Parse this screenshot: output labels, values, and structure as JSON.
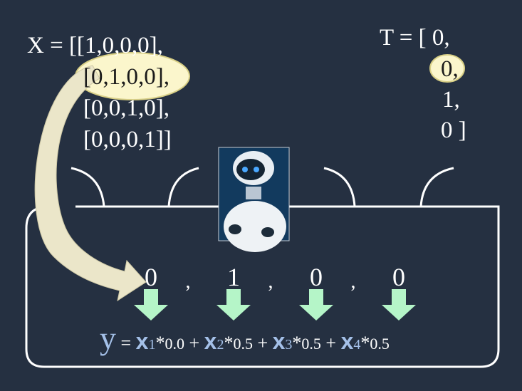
{
  "x_matrix": {
    "row1": "X = [[1,0,0,0],",
    "row2": "[0,1,0,0],",
    "row3": "[0,0,1,0],",
    "row4": "[0,0,0,1]]"
  },
  "t_vector": {
    "row1": "T = [ 0,",
    "row2": "0,",
    "row3": "1,",
    "row4": "0 ]"
  },
  "output_values": [
    "0",
    "1",
    "0",
    "0"
  ],
  "separator": ",",
  "equation": {
    "y": "y",
    "equals": "=",
    "plus": "+",
    "x_symbol": "x",
    "terms": [
      {
        "sub": "1",
        "op": "*",
        "weight": "0.0"
      },
      {
        "sub": "2",
        "op": "*",
        "weight": "0.5"
      },
      {
        "sub": "3",
        "op": "*",
        "weight": "0.5"
      },
      {
        "sub": "4",
        "op": "*",
        "weight": "0.5"
      }
    ]
  },
  "colors": {
    "background": "#253041",
    "highlight": "#fbf6cc",
    "highlight_border": "#d8cf86",
    "arrow_curve": "#ebe6c9",
    "down_arrow": "#b5f5c8",
    "variable": "#a4c0e8"
  },
  "icons": [
    "robot-image",
    "curved-arrow-icon",
    "down-arrow-icon"
  ]
}
